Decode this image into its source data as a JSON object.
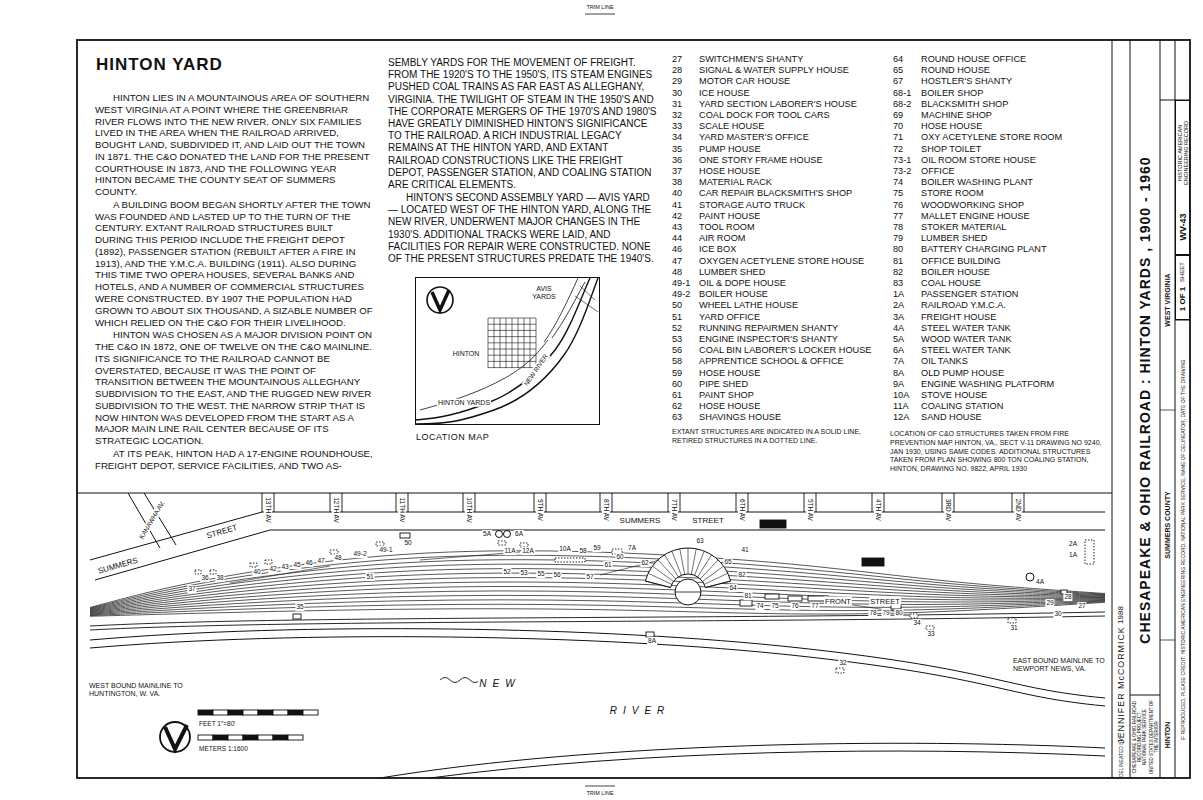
{
  "diagram": {
    "title": "HINTON YARD",
    "nodes": [
      {
        "text": [
          "LOCATION MAP",
          "AVIS YARDS",
          "HINTON",
          "NEW RIVER",
          "HINTON YARDS"
        ]
      },
      {
        "text": [
          "HISTORIC AMERICAN ENGINEERING RECORD",
          "WV-43"
        ]
      },
      {
        "text": [
          "SHEET",
          "1 OF 1"
        ]
      }
    ],
    "labels": [
      "HINTON LIES IN A MOUNTAINOUS AREA OF SOUTHERN WEST VIRGINIA AT A POINT WHERE THE GREENBRIAR RIVER FLOWS INTO THE NEW RIVER. ONLY SIX FAMILIES LIVED IN THE AREA WHEN THE RAILROAD ARRIVED, BOUGHT LAND, SUBDIVIDED IT, AND LAID OUT THE TOWN IN 1871. THE C&O DONATED THE LAND FOR THE PRESENT COURTHOUSE IN 1873, AND THE FOLLOWING YEAR HINTON BECAME THE COUNTY SEAT OF SUMMERS COUNTY.",
      "A BUILDING BOOM BEGAN SHORTLY AFTER THE TOWN WAS FOUNDED AND LASTED UP TO THE TURN OF THE CENTURY. EXTANT RAILROAD STRUCTURES BUILT DURING THIS PERIOD INCLUDE THE FREIGHT DEPOT (1892), PASSENGER STATION (REBUILT AFTER A FIRE IN 1913), AND THE Y.M.C.A. BUILDING (1911). ALSO DURING THIS TIME TWO OPERA HOUSES, SEVERAL BANKS AND HOTELS, AND A NUMBER OF COMMERCIAL STRUCTURES WERE CONSTRUCTED. BY 1907 THE POPULATION HAD GROWN TO ABOUT SIX THOUSAND, A SIZABLE NUMBER OF WHICH RELIED ON THE C&O FOR THEIR LIVELIHOOD.",
      "HINTON WAS CHOSEN AS A MAJOR DIVISION POINT ON THE C&O IN 1872, ONE OF TWELVE ON THE C&O MAINLINE. ITS SIGNIFICANCE TO THE RAILROAD CANNOT BE OVERSTATED, BECAUSE IT WAS THE POINT OF TRANSITION BETWEEN THE MOUNTAINOUS ALLEGHANY SUBDIVISION TO THE EAST, AND THE RUGGED NEW RIVER SUBDIVISION TO THE WEST. THE NARROW STRIP THAT IS NOW HINTON WAS DEVELOPED FROM THE START AS A MAJOR MAIN LINE RAIL CENTER BECAUSE OF ITS STRATEGIC LOCATION.",
      "AT ITS PEAK, HINTON HAD A 17-ENGINE ROUNDHOUSE, FREIGHT DEPOT, SERVICE FACILITIES, AND TWO AS-",
      "SEMBLY YARDS FOR THE MOVEMENT OF FREIGHT. FROM THE 1920'S TO THE 1950'S, ITS STEAM ENGINES PUSHED COAL TRAINS AS FAR EAST AS ALLEGHANY, VIRGINIA. THE TWILIGHT OF STEAM IN THE 1950'S AND THE CORPORATE MERGERS OF THE 1970'S AND 1980'S HAVE GREATLY DIMINISHED HINTON'S SIGNIFICANCE TO THE RAILROAD. A RICH INDUSTRIAL LEGACY REMAINS AT THE HINTON YARD, AND EXTANT RAILROAD CONSTRUCTIONS LIKE THE FREIGHT DEPOT, PASSENGER STATION, AND COALING STATION ARE CRITICAL ELEMENTS.",
      "HINTON'S SECOND ASSEMBLY YARD — AVIS YARD — LOCATED WEST OF THE HINTON YARD, ALONG THE NEW RIVER, UNDERWENT MAJOR CHANGES IN THE 1930'S. ADDITIONAL TRACKS WERE LAID, AND FACILITIES FOR REPAIR WERE CONSTRUCTED. NONE OF THE PRESENT STRUCTURES PREDATE THE 1940'S.",
      "27",
      "SWITCHMEN'S SHANTY",
      "28",
      "SIGNAL & WATER SUPPLY HOUSE",
      "29",
      "MOTOR CAR HOUSE",
      "30",
      "ICE HOUSE",
      "31",
      "YARD SECTION LABORER'S HOUSE",
      "32",
      "COAL DOCK FOR TOOL CARS",
      "33",
      "SCALE HOUSE",
      "34",
      "YARD MASTER'S OFFICE",
      "35",
      "PUMP HOUSE",
      "36",
      "ONE STORY FRAME HOUSE",
      "37",
      "HOSE HOUSE",
      "38",
      "MATERIAL RACK",
      "40",
      "CAR REPAIR BLACKSMITH'S SHOP",
      "41",
      "STORAGE AUTO TRUCK",
      "42",
      "PAINT HOUSE",
      "43",
      "TOOL ROOM",
      "44",
      "AIR ROOM",
      "46",
      "ICE BOX",
      "47",
      "OXYGEN ACETYLENE STORE HOUSE",
      "48",
      "LUMBER SHED",
      "49-1",
      "OIL & DOPE HOUSE",
      "49-2",
      "BOILER HOUSE",
      "50",
      "WHEEL LATHE HOUSE",
      "51",
      "YARD OFFICE",
      "52",
      "RUNNING REPAIRMEN SHANTY",
      "53",
      "ENGINE INSPECTOR'S SHANTY",
      "56",
      "COAL BIN LABORER'S LOCKER HOUSE",
      "58",
      "APPRENTICE SCHOOL & OFFICE",
      "59",
      "HOSE HOUSE",
      "60",
      "PIPE SHED",
      "61",
      "PAINT SHOP",
      "62",
      "HOSE HOUSE",
      "63",
      "SHAVINGS HOUSE",
      "64",
      "ROUND HOUSE OFFICE",
      "65",
      "ROUND HOUSE",
      "67",
      "HOSTLER'S SHANTY",
      "68-1",
      "BOILER SHOP",
      "68-2",
      "BLACKSMITH SHOP",
      "69",
      "MACHINE SHOP",
      "70",
      "HOSE HOUSE",
      "71",
      "OXY ACETYLENE STORE ROOM",
      "72",
      "SHOP TOILET",
      "73-1",
      "OIL ROOM STORE HOUSE",
      "73-2",
      "OFFICE",
      "74",
      "BOILER WASHING PLANT",
      "75",
      "STORE ROOM",
      "76",
      "WOODWORKING SHOP",
      "77",
      "MALLET ENGINE HOUSE",
      "78",
      "STOKER MATERIAL",
      "79",
      "LUMBER SHED",
      "80",
      "BATTERY CHARGING PLANT",
      "81",
      "OFFICE BUILDING",
      "82",
      "BOILER HOUSE",
      "83",
      "COAL HOUSE",
      "1A",
      "PASSENGER STATION",
      "2A",
      "RAILROAD Y.M.C.A.",
      "3A",
      "FREIGHT HOUSE",
      "4A",
      "STEEL WATER TANK",
      "5A",
      "WOOD WATER TANK",
      "6A",
      "STEEL WATER TANK",
      "7A",
      "OIL TANKS",
      "8A",
      "OLD PUMP HOUSE",
      "9A",
      "ENGINE WASHING PLATFORM",
      "10A",
      "STOVE HOUSE",
      "11A",
      "COALING STATION",
      "12A",
      "SAND HOUSE",
      "EXTANT STRUCTURES ARE INDICATED IN A SOLID LINE, RETIRED STRUCTURES IN A DOTTED LINE.",
      "LOCATION OF C&O STRUCTURES TAKEN FROM FIRE PREVENTION MAP HINTON, VA., SECT V-11 DRAWING NO 9240, JAN 1930, USING SAME CODES. ADDITIONAL STRUCTURES TAKEN FROM PLAN SHOWING 800 TON COALING STATION, HINTON, DRAWING NO. 9822, APRIL 1930",
      "CHESAPEAKE & OHIO RAILROAD : HINTON YARDS , 1900 - 1960",
      "HINTON",
      "SUMMERS COUNTY",
      "WEST VIRGINIA",
      "IF REPRODUCED, PLEASE CREDIT: HISTORIC AMERICAN ENGINEERING RECORD, NATIONAL PARK SERVICE, NAME OF DELINEATOR, DATE OF THE DRAWING",
      "DELINEATED BY:",
      "JENNIFER McCORMICK",
      "1988",
      "CHESAPEAKE & OHIO RAILROAD RECORDING PROJECT",
      "NATIONAL PARK SERVICE",
      "UNITED STATES DEPARTMENT OF THE INTERIOR",
      "TRIM LINE",
      "TRIM LINE",
      "SUMMERS",
      "STREET",
      "SUMMERS",
      "STREET",
      "KANAWHA AV.",
      "13TH AV",
      "12TH AV",
      "11TH AV",
      "10TH AV",
      "9TH AV",
      "8TH AV",
      "7TH AV",
      "6TH AV",
      "5TH AV",
      "4TH AV",
      "3RD AV",
      "2ND AV",
      "FRONT",
      "STREET",
      "NEW",
      "RIVER",
      "WEST BOUND MAINLINE TO HUNTINGTON, W. VA.",
      "EAST BOUND MAINLINE TO NEWPORT NEWS, VA.",
      "FEET 1\"=80'",
      "METERS 1:1600",
      "5A",
      "6A",
      "36",
      "38",
      "37",
      "40",
      "42",
      "43",
      "45",
      "46",
      "47",
      "48",
      "49-2",
      "49-1",
      "50",
      "51",
      "11A",
      "12A",
      "10A",
      "58",
      "59",
      "7A",
      "60",
      "61",
      "62",
      "63",
      "52",
      "53",
      "55",
      "56",
      "57",
      "65",
      "64",
      "41",
      "82",
      "81",
      "74",
      "75",
      "76",
      "77",
      "78",
      "79",
      "80",
      "34",
      "33",
      "32",
      "31",
      "8A",
      "35",
      "4A",
      "2A",
      "1A",
      "28",
      "27",
      "29",
      "30"
    ]
  }
}
